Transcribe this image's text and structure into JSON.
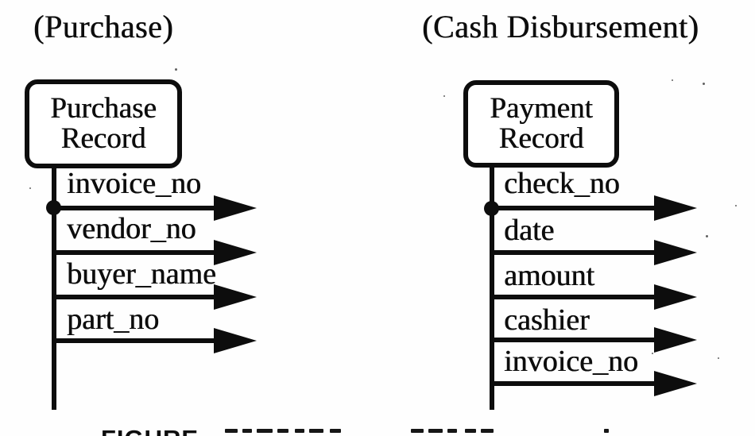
{
  "figure": {
    "background": "#ffffff",
    "ink": "#0d0d0d",
    "caption_visible_text": "FIGURE",
    "diagrams": [
      {
        "header": "(Purchase)",
        "record_title_line1": "Purchase",
        "record_title_line2": "Record",
        "fields": [
          "invoice_no",
          "vendor_no",
          "buyer_name",
          "part_no"
        ]
      },
      {
        "header": "(Cash Disbursement)",
        "record_title_line1": "Payment",
        "record_title_line2": "Record",
        "fields": [
          "check_no",
          "date",
          "amount",
          "cashier",
          "invoice_no"
        ]
      }
    ]
  }
}
